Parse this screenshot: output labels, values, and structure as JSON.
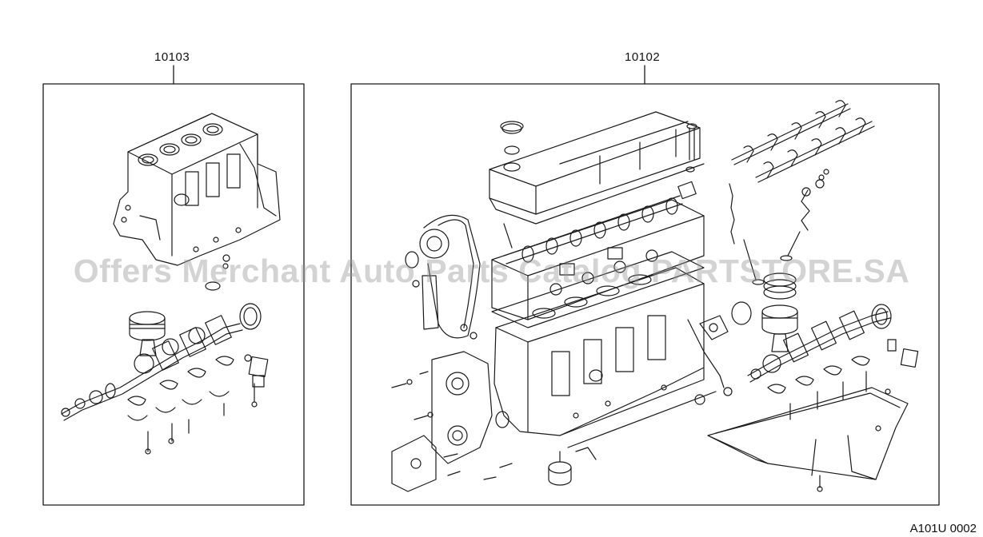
{
  "callouts": {
    "short_block_label": "10103",
    "engine_assembly_label": "10102"
  },
  "illustration_code": "A101U 0002",
  "watermark": "Offers Merchant Auto Parts Catalog PARTSTORE.SA",
  "colors": {
    "line": "#1a1a1a",
    "background": "#ffffff",
    "watermark": "#969696"
  }
}
